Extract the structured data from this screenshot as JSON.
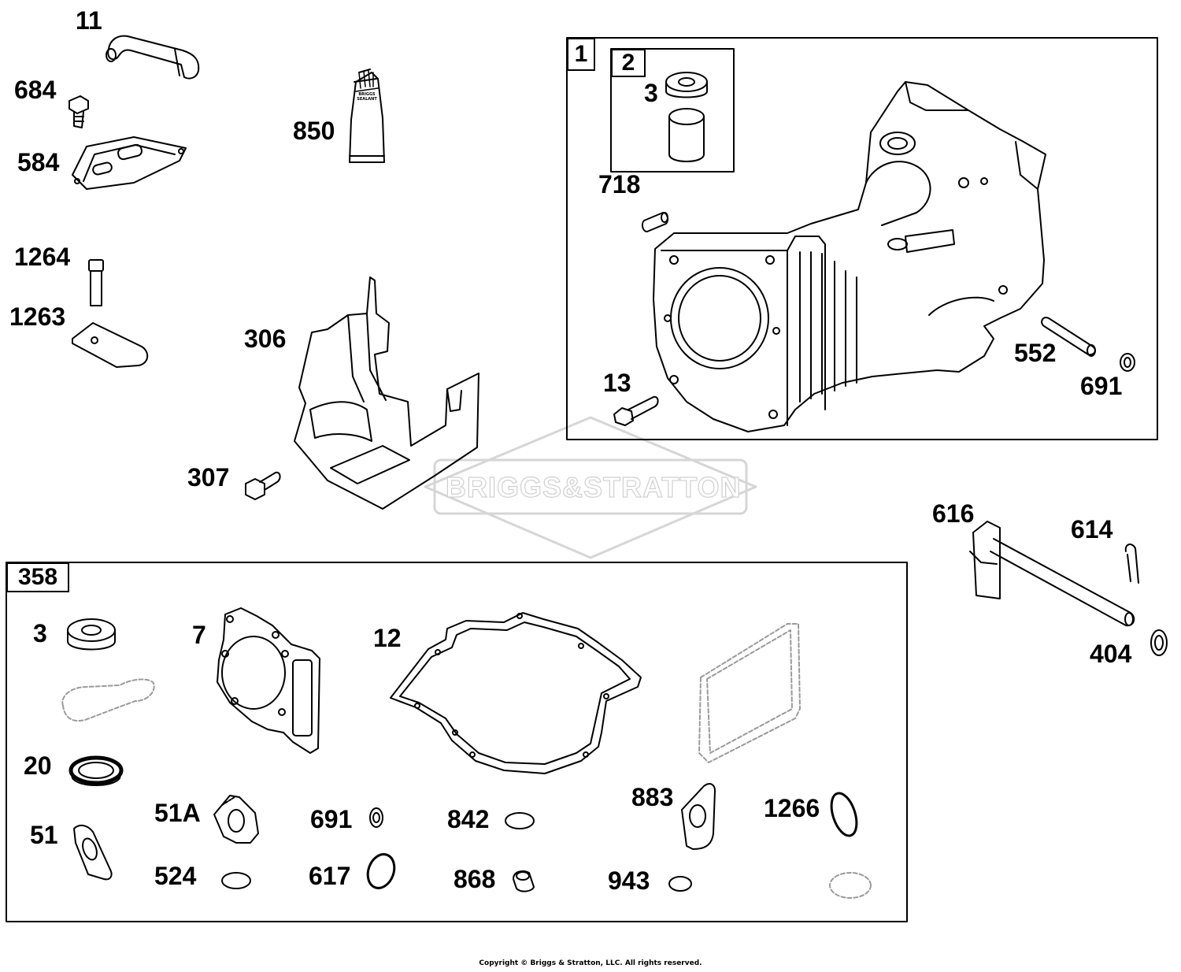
{
  "watermark": {
    "brand": "BRIGGS&STRATTON"
  },
  "boxes": {
    "assembly_1": "1",
    "assembly_2": "2",
    "kit_358": "358"
  },
  "parts": {
    "p11": "11",
    "p684": "684",
    "p584": "584",
    "p850": "850",
    "p1264": "1264",
    "p1263": "1263",
    "p306": "306",
    "p307": "307",
    "p3_top": "3",
    "p718": "718",
    "p13": "13",
    "p552": "552",
    "p691_top": "691",
    "p616": "616",
    "p614": "614",
    "p404": "404",
    "p3_kit": "3",
    "p7": "7",
    "p12": "12",
    "p20": "20",
    "p51": "51",
    "p51A": "51A",
    "p524": "524",
    "p691_kit": "691",
    "p617": "617",
    "p842": "842",
    "p868": "868",
    "p883": "883",
    "p943": "943",
    "p1266": "1266"
  },
  "sealant_tube_text": "BRIGGS SEALANT",
  "copyright": "Copyright © Briggs & Stratton, LLC. All rights reserved."
}
